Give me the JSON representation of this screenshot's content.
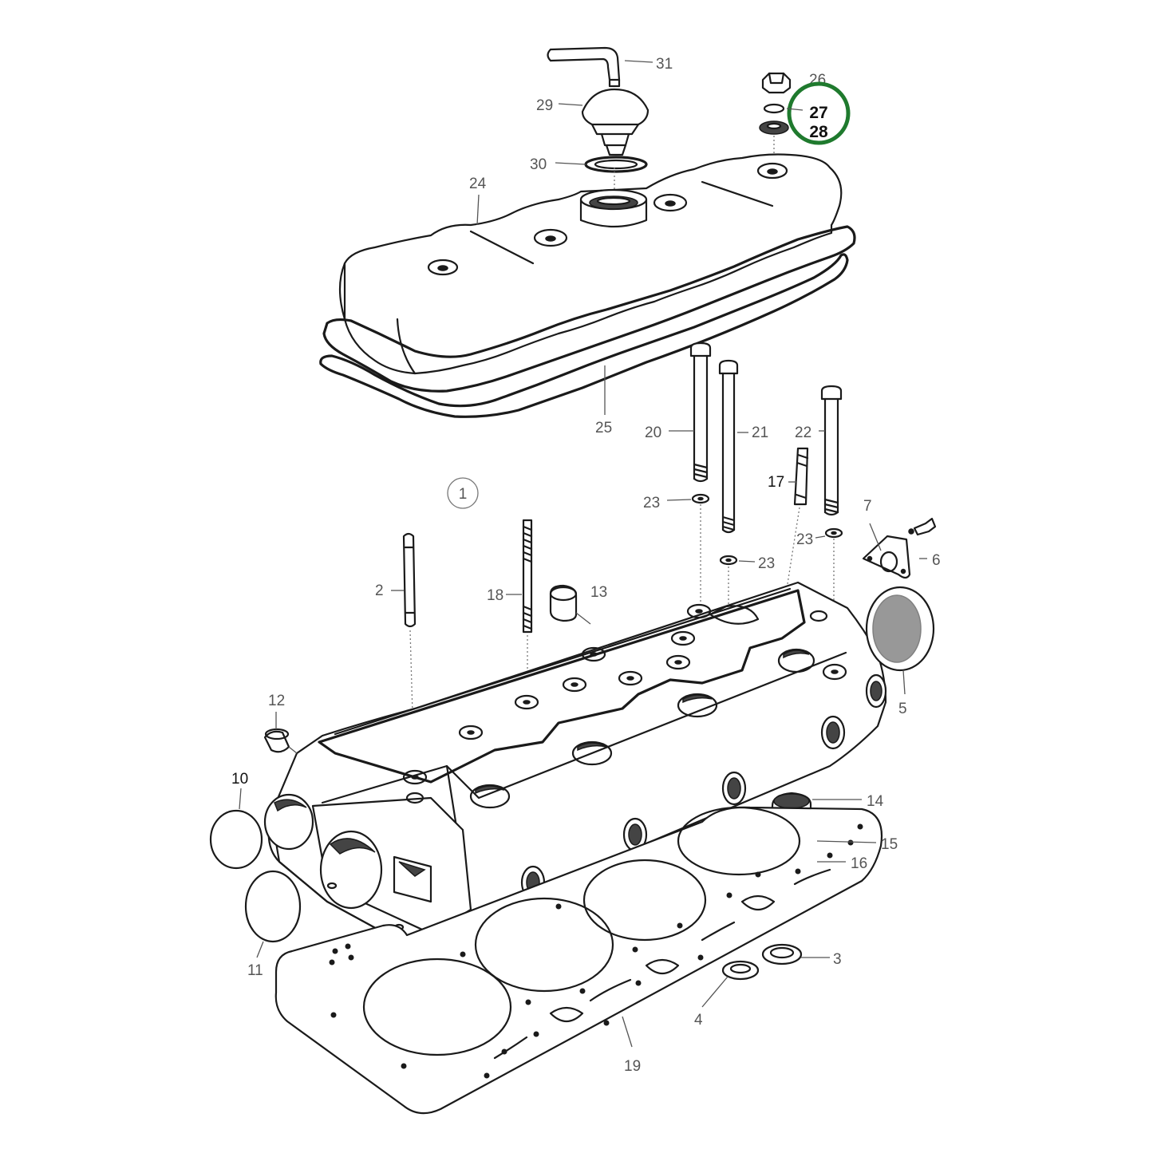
{
  "group_label": "1",
  "highlight_color": "#1f7a2e",
  "highlight": {
    "line1": "27",
    "line2": "28"
  },
  "callouts": {
    "c2": "2",
    "c3": "3",
    "c4": "4",
    "c5": "5",
    "c6": "6",
    "c7": "7",
    "c10": "10",
    "c11": "11",
    "c12": "12",
    "c13": "13",
    "c14": "14",
    "c15": "15",
    "c16": "16",
    "c17": "17",
    "c18": "18",
    "c19": "19",
    "c20": "20",
    "c21": "21",
    "c22": "22",
    "c23a": "23",
    "c23b": "23",
    "c23c": "23",
    "c24": "24",
    "c25": "25",
    "c26": "26",
    "c29": "29",
    "c30": "30",
    "c31": "31"
  }
}
